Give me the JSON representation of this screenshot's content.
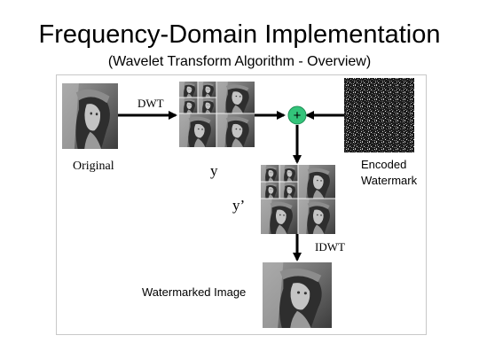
{
  "slide": {
    "title": "Frequency-Domain Implementation",
    "subtitle": "(Wavelet Transform Algorithm - Overview)"
  },
  "diagram": {
    "labels": {
      "original": "Original",
      "dwt": "DWT",
      "y": "y",
      "y_prime": "y’",
      "encoded_watermark_line1": "Encoded",
      "encoded_watermark_line2": "Watermark",
      "idwt": "IDWT",
      "watermarked_image": "Watermarked Image"
    },
    "adder_symbol": "+",
    "colors": {
      "adder_fill": "#33c47a",
      "arrow": "#000000",
      "frame_border": "#c8c8c8"
    },
    "images": {
      "original": "grayscale portrait photo",
      "dwt_output": "wavelet subband decomposition",
      "encoded_watermark": "noise pattern",
      "watermarked_output": "grayscale portrait photo"
    }
  }
}
